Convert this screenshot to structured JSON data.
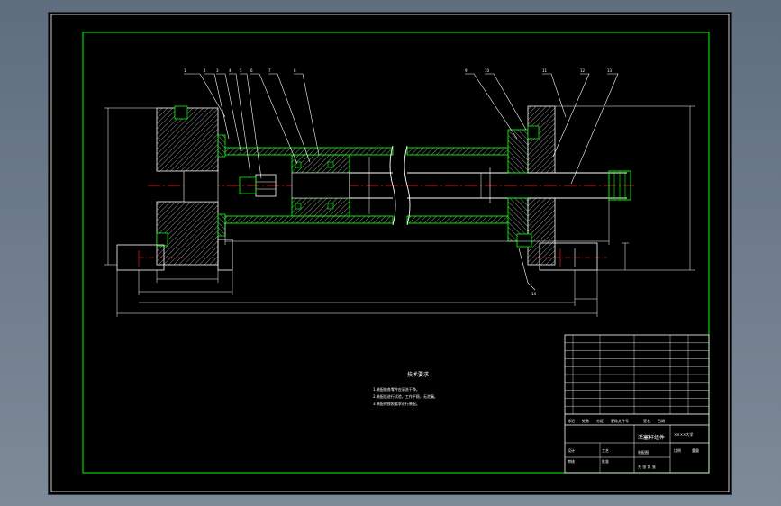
{
  "drawing": {
    "part_callouts": [
      "1",
      "2",
      "3",
      "4",
      "5",
      "6",
      "7",
      "8",
      "9"
    ],
    "right_callouts": [
      "10",
      "11",
      "12",
      "13",
      "14"
    ],
    "tech_req": {
      "title": "技术要求",
      "lines": [
        "1.装配前各零件应清洗干净。",
        "2.装配后进行试验，工作平稳，无泄漏。",
        "3.装配时按照要求进行装配。"
      ]
    },
    "title_block": {
      "drawing_name": "活塞杆组件",
      "school": "××××大学",
      "sheet_label": "装配图",
      "row_labels": [
        "标记",
        "处数",
        "分区",
        "更改文件号",
        "签名",
        "日期"
      ],
      "role_labels": [
        "设计",
        "审核",
        "工艺",
        "批准"
      ],
      "scale_label": "比例",
      "weight_label": "重量",
      "sheet_no": "共 张 第 张"
    }
  },
  "colors": {
    "frame": "#00ff00",
    "outline": "#ffffff",
    "section": "#00ff00",
    "hatch": "#ffffff",
    "centerline": "#ff2020",
    "sheet_bg": "#000000"
  }
}
